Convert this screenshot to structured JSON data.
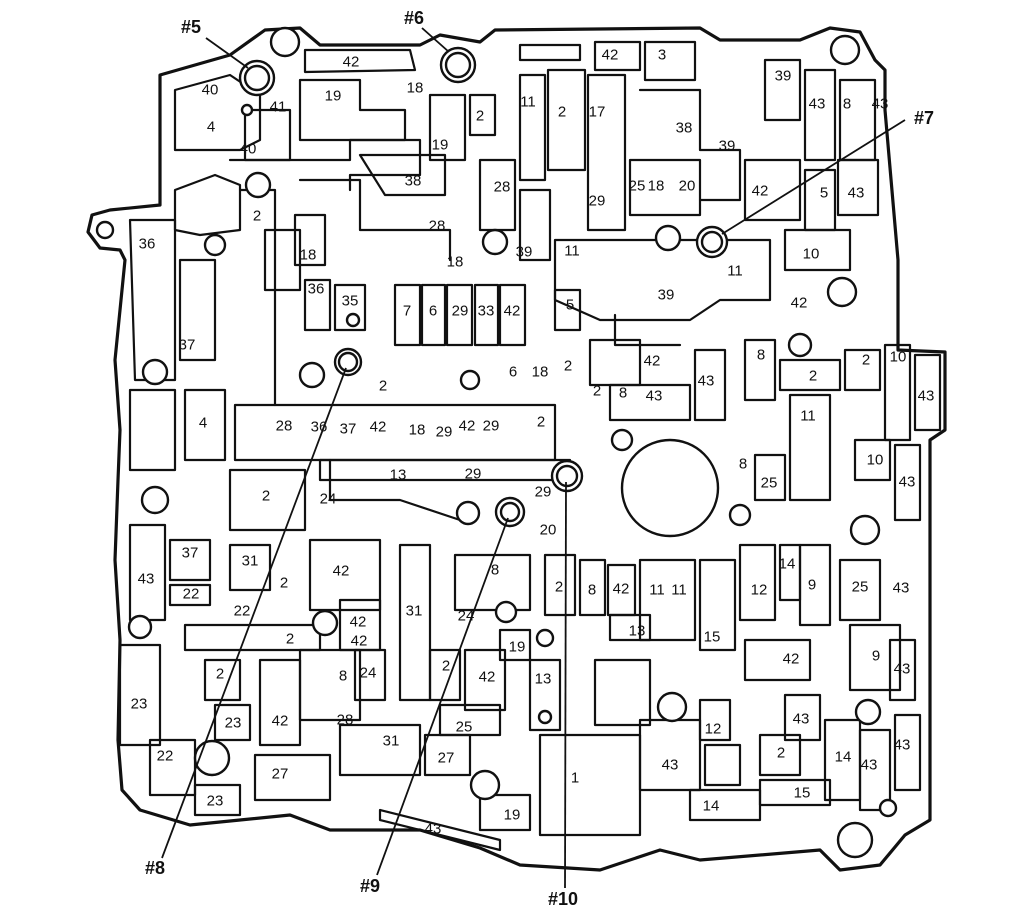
{
  "callouts": [
    {
      "id": "c5",
      "text": "#5"
    },
    {
      "id": "c6",
      "text": "#6"
    },
    {
      "id": "c7",
      "text": "#7"
    },
    {
      "id": "c8",
      "text": "#8"
    },
    {
      "id": "c9",
      "text": "#9"
    },
    {
      "id": "c10",
      "text": "#10"
    }
  ],
  "passage_labels": [
    "42",
    "40",
    "41",
    "19",
    "18",
    "42",
    "3",
    "2",
    "11",
    "2",
    "17",
    "39",
    "43",
    "8",
    "43",
    "4",
    "40",
    "19",
    "38",
    "39",
    "38",
    "25",
    "18",
    "20",
    "29",
    "42",
    "5",
    "43",
    "28",
    "28",
    "2",
    "39",
    "11",
    "36",
    "18",
    "18",
    "11",
    "10",
    "36",
    "35",
    "7",
    "6",
    "29",
    "33",
    "42",
    "5",
    "39",
    "42",
    "37",
    "8",
    "2",
    "10",
    "2",
    "2",
    "42",
    "43",
    "43",
    "2",
    "43",
    "6",
    "18",
    "2",
    "8",
    "4",
    "28",
    "36",
    "37",
    "42",
    "18",
    "29",
    "42",
    "29",
    "2",
    "11",
    "8",
    "10",
    "13",
    "29",
    "29",
    "25",
    "43",
    "2",
    "24",
    "20",
    "43",
    "37",
    "31",
    "42",
    "2",
    "8",
    "42",
    "11",
    "11",
    "14",
    "12",
    "9",
    "25",
    "43",
    "22",
    "22",
    "8",
    "2",
    "31",
    "24",
    "42",
    "13",
    "19",
    "15",
    "2",
    "42",
    "9",
    "43",
    "2",
    "42",
    "23",
    "8",
    "24",
    "2",
    "42",
    "13",
    "12",
    "43",
    "43",
    "23",
    "42",
    "28",
    "25",
    "2",
    "14",
    "43",
    "31",
    "27",
    "22",
    "27",
    "43",
    "1",
    "14",
    "15",
    "23",
    "19",
    "43"
  ]
}
